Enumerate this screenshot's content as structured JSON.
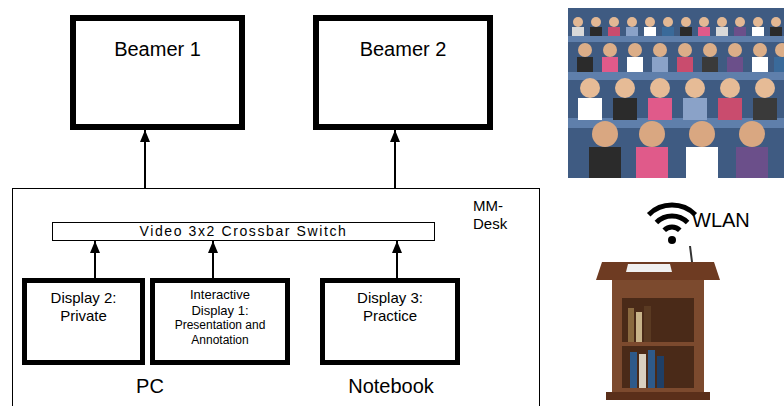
{
  "diagram": {
    "nodes": [
      {
        "text": [
          "Beamer 1"
        ]
      },
      {
        "text": [
          "Beamer 2"
        ]
      },
      {
        "text": [
          "MM- Desk"
        ]
      },
      {
        "text": [
          "Video 3x2 Crossbar Switch"
        ],
        "in": 2
      },
      {
        "text": [
          "Display 2: Private"
        ],
        "in": 2
      },
      {
        "text": [
          "Interactive Display 1:",
          "Presentation and Annotation"
        ],
        "in": 2
      },
      {
        "text": [
          "Display 3: Practice"
        ],
        "in": 2
      }
    ],
    "edges": [
      {
        "from": 2,
        "to": 0,
        "arrow": "to"
      },
      {
        "from": 2,
        "to": 1,
        "arrow": "to"
      },
      {
        "from": 4,
        "to": 3,
        "arrow": "to"
      },
      {
        "from": 5,
        "to": 3,
        "arrow": "to"
      },
      {
        "from": 6,
        "to": 3,
        "arrow": "to"
      }
    ],
    "labels": [
      "PC",
      "Notebook",
      "WLAN"
    ]
  }
}
